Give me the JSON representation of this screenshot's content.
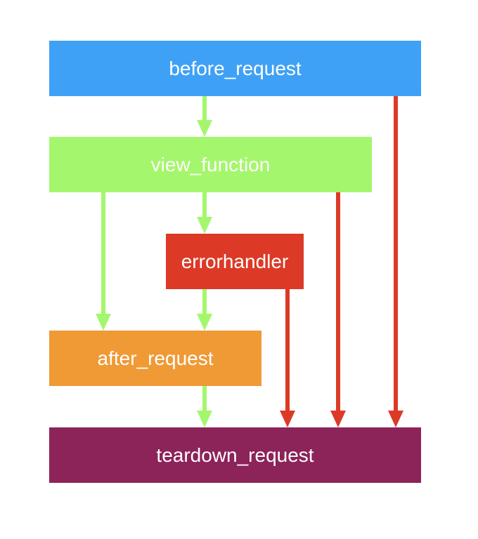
{
  "nodes": {
    "before_request": {
      "label": "before_request",
      "color": "#3fa1f5"
    },
    "view_function": {
      "label": "view_function",
      "color": "#a4f76c"
    },
    "errorhandler": {
      "label": "errorhandler",
      "color": "#dc3a27"
    },
    "after_request": {
      "label": "after_request",
      "color": "#f09a36"
    },
    "teardown_request": {
      "label": "teardown_request",
      "color": "#8c2359"
    }
  },
  "edge_colors": {
    "normal": "#a4f76c",
    "error": "#dc3a27"
  },
  "edges": [
    {
      "from": "before_request",
      "to": "view_function",
      "kind": "normal"
    },
    {
      "from": "before_request",
      "to": "teardown_request",
      "kind": "error"
    },
    {
      "from": "view_function",
      "to": "after_request",
      "kind": "normal"
    },
    {
      "from": "view_function",
      "to": "errorhandler",
      "kind": "normal"
    },
    {
      "from": "view_function",
      "to": "teardown_request",
      "kind": "error"
    },
    {
      "from": "errorhandler",
      "to": "after_request",
      "kind": "normal"
    },
    {
      "from": "errorhandler",
      "to": "teardown_request",
      "kind": "error"
    },
    {
      "from": "after_request",
      "to": "teardown_request",
      "kind": "normal"
    }
  ]
}
